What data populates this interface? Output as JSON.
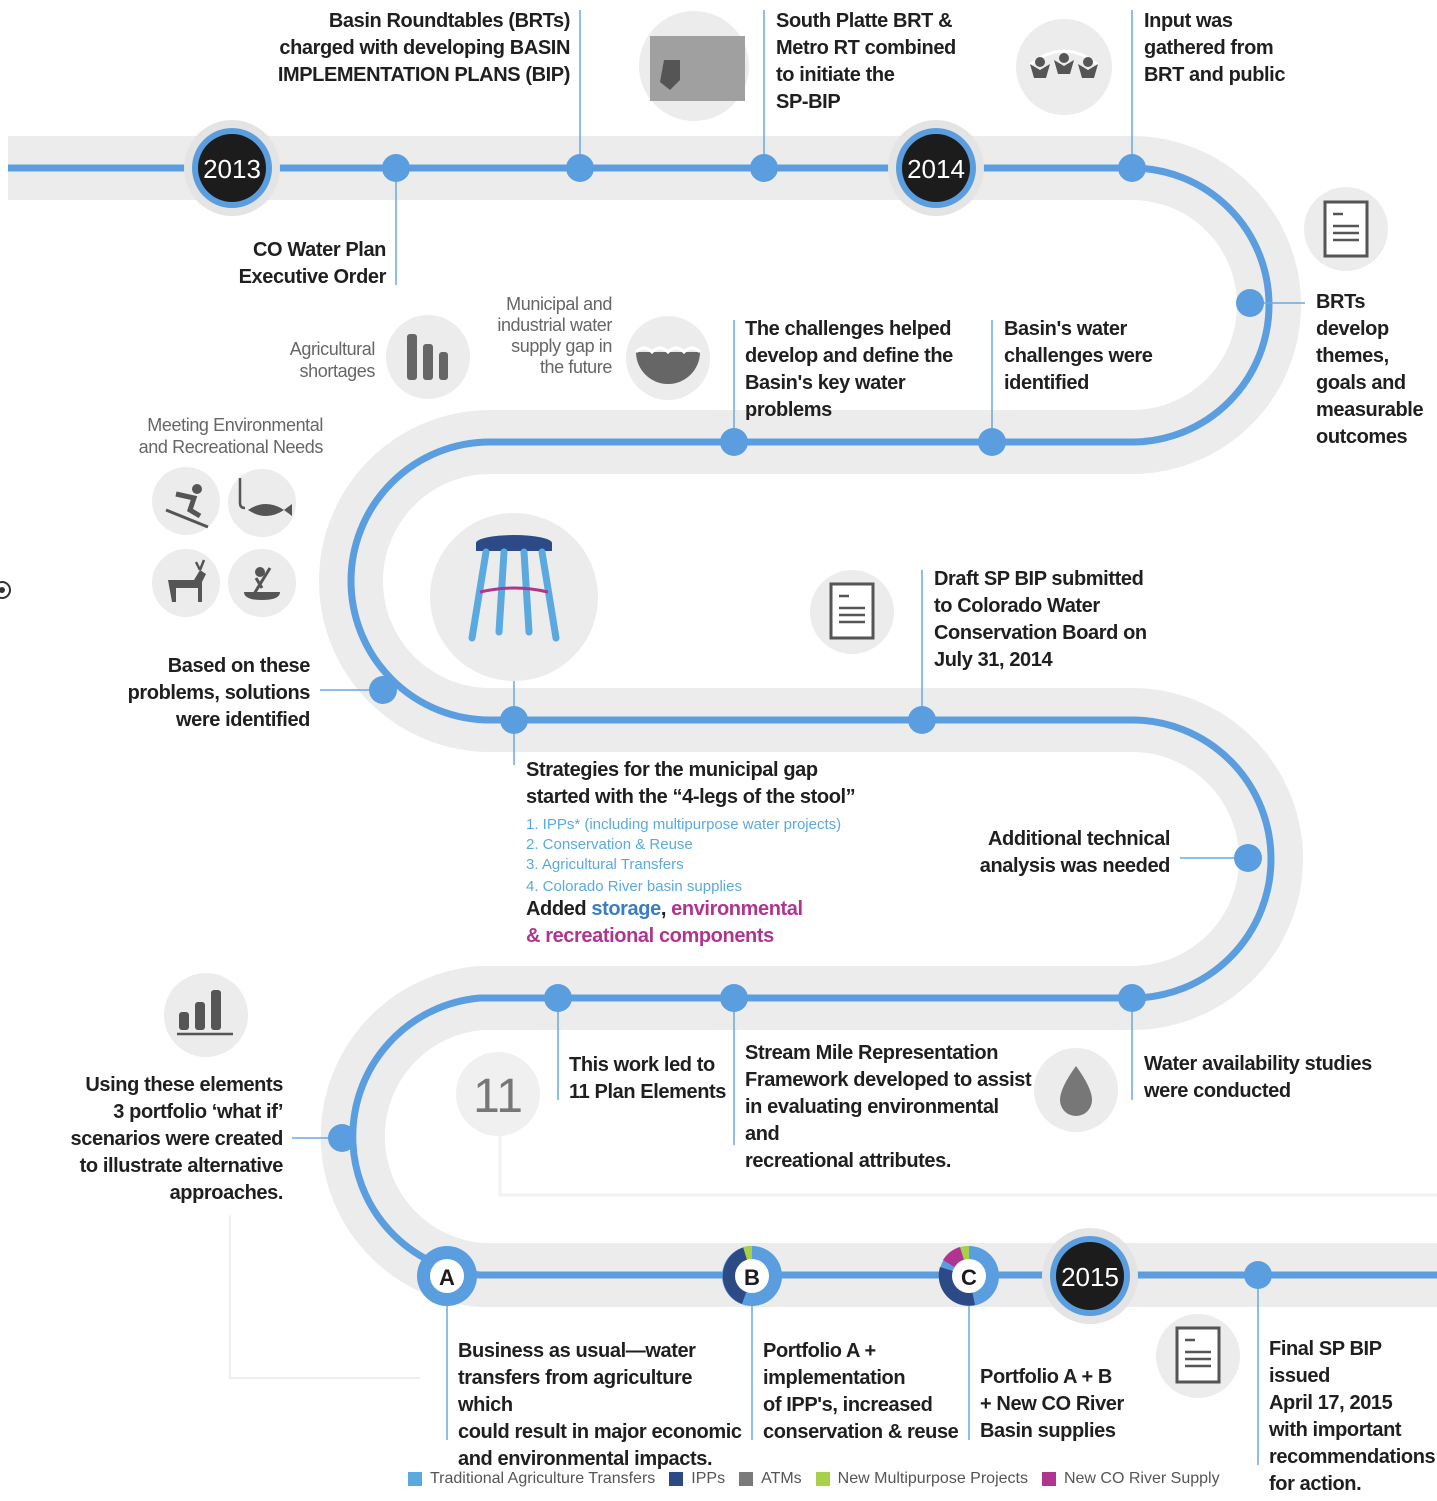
{
  "years": {
    "y2013": "2013",
    "y2014": "2014",
    "y2015": "2015"
  },
  "milestones": {
    "brt_charged": [
      "Basin Roundtables (BRTs)",
      "charged with developing BASIN",
      "IMPLEMENTATION PLANS (BIP)"
    ],
    "sp_metro": [
      "South Platte BRT &",
      "Metro RT combined",
      "to initiate the",
      "SP-BIP"
    ],
    "input": [
      "Input was",
      "gathered from",
      "BRT and public"
    ],
    "exec_order": [
      "CO Water Plan",
      "Executive Order"
    ],
    "brt_themes": [
      "BRTs develop",
      "themes,",
      "goals and",
      "measurable",
      "outcomes"
    ],
    "challenges_helped": [
      "The challenges helped",
      "develop and define the",
      "Basin's key water problems"
    ],
    "challenges_identified": [
      "Basin's water",
      "challenges were",
      "identified"
    ],
    "solutions": [
      "Based on these",
      "problems, solutions",
      "were identified"
    ],
    "draft": [
      "Draft SP BIP submitted",
      "to Colorado Water",
      "Conservation Board on",
      "July 31, 2014"
    ],
    "strategies": [
      "Strategies for the municipal gap",
      "started with the “4-legs of the stool”"
    ],
    "strategy_list": [
      "1.   IPPs* (including multipurpose water projects)",
      "2.   Conservation & Reuse",
      "3.   Agricultural Transfers",
      "4.   Colorado River basin supplies"
    ],
    "added_prefix": "Added ",
    "added_storage": "storage",
    "added_comma": ", ",
    "added_env": "environmental",
    "added_rec": "& recreational components",
    "additional": [
      "Additional technical",
      "analysis was needed"
    ],
    "plan_elements": [
      "This work led to",
      "11 Plan Elements"
    ],
    "plan_number": "11",
    "stream_mile": [
      "Stream Mile Representation",
      "Framework developed to assist",
      "in evaluating environmental and",
      "recreational attributes."
    ],
    "water_avail": [
      "Water availability studies",
      "were conducted"
    ],
    "portfolios_text": [
      "Using these elements",
      "3 portfolio ‘what if’",
      "scenarios were created",
      "to illustrate alternative",
      "approaches."
    ],
    "portfolio_a": [
      "Business as usual—water",
      "transfers from agriculture which",
      "could result in major economic",
      "and environmental impacts."
    ],
    "portfolio_b": [
      "Portfolio A +",
      "implementation",
      "of IPP's, increased",
      "conservation & reuse"
    ],
    "portfolio_c": [
      "Portfolio A + B",
      "+ New CO River",
      "Basin supplies"
    ],
    "final": [
      "Final SP BIP issued",
      "April 17, 2015",
      "with important",
      "recommendations",
      "for action."
    ]
  },
  "side_labels": {
    "ag_short": [
      "Agricultural",
      "shortages"
    ],
    "muni_gap": [
      "Municipal and",
      "industrial water",
      "supply gap in",
      "the future"
    ],
    "env_rec": [
      "Meeting Environmental",
      "and Recreational Needs"
    ]
  },
  "portfolio_badges": {
    "a": "A",
    "b": "B",
    "c": "C"
  },
  "legend": [
    {
      "label": "Traditional Agriculture Transfers",
      "color": "#5aaae0"
    },
    {
      "label": "IPPs",
      "color": "#2c4a86"
    },
    {
      "label": "ATMs",
      "color": "#7a7a7a"
    },
    {
      "label": "New Multipurpose Projects",
      "color": "#a8d04a"
    },
    {
      "label": "New CO River Supply",
      "color": "#b0358f"
    }
  ],
  "icons": [
    "colorado-map-icon",
    "community-icon",
    "document-icon",
    "wheat-icon",
    "water-basin-icon",
    "skier-icon",
    "fishing-icon",
    "deer-icon",
    "rafting-icon",
    "stool-icon",
    "bar-chart-icon",
    "water-drop-icon"
  ],
  "colors": {
    "track": "#5b9ee0",
    "band": "#ededed",
    "year_dark": "#1c1c1c"
  }
}
